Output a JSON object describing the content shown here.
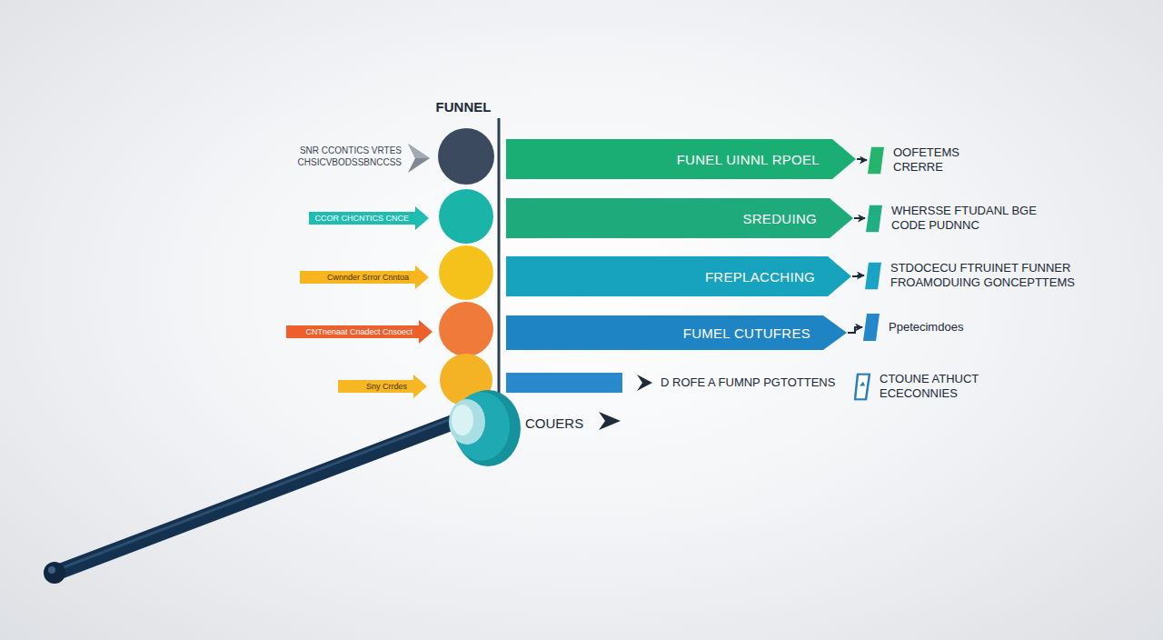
{
  "diagram": {
    "title": "FUNNEL",
    "nodes": [
      {
        "text": [
          "FUNEL UINNL RPOEL"
        ]
      },
      {
        "text": [
          "OOFETEMS CRERRE"
        ]
      },
      {
        "text": [
          "SREDUING"
        ]
      },
      {
        "text": [
          "WHERSSE FTUDANL BGE CODE PUDNNC"
        ]
      },
      {
        "text": [
          "FREPLACCHING"
        ]
      },
      {
        "text": [
          "STDOCECU FTRUINET FUNNER FROAMODUING GONCEPTTEMS"
        ]
      },
      {
        "text": [
          "FUMEL CUTUFRES"
        ]
      },
      {
        "text": [
          "Ppetecimdoes"
        ]
      },
      {
        "text": [
          "CTOUNE ATHUCT ECECONNIES"
        ]
      }
    ],
    "edges": [
      {
        "from": 0,
        "to": 1,
        "arrow": "to"
      },
      {
        "from": 2,
        "to": 3,
        "arrow": "to"
      },
      {
        "from": 4,
        "to": 5,
        "arrow": "to"
      },
      {
        "from": 6,
        "to": 7,
        "arrow": "to"
      }
    ],
    "labels": [
      "SNR CCONTICS VRTES CHSICVBODSSBNCCSS",
      "CCOR CHCNTICS CNCE",
      "Cwnnder Srror Cnntoa",
      "CNTnenaat Cnadect Cnsoect",
      "Sny Crrdes",
      "D ROFE A FUMNP PGTOTTENS",
      "COUERS"
    ]
  }
}
